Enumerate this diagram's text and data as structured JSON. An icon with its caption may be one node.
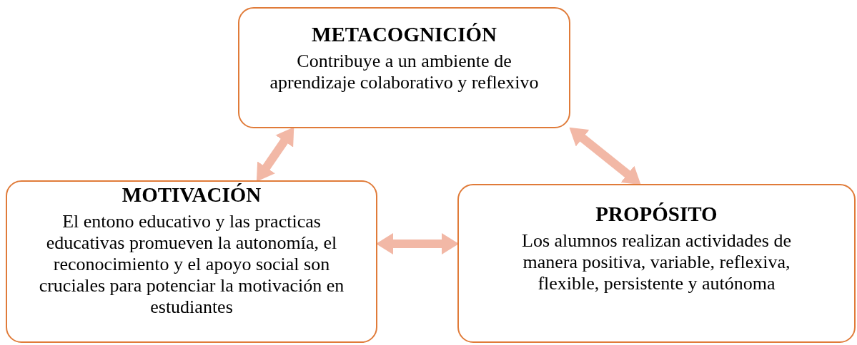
{
  "diagram": {
    "nodes": [
      {
        "text": [
          "METACOGNICIÓN",
          "Contribuye a un ambiente de aprendizaje colaborativo y reflexivo"
        ]
      },
      {
        "text": [
          "MOTIVACIÓN",
          "El entono educativo y las practicas educativas promueven la autonomía, el reconocimiento y el apoyo social son cruciales para potenciar la motivación en estudiantes"
        ]
      },
      {
        "text": [
          "PROPÓSITO",
          "Los alumnos realizan actividades de manera positiva, variable, reflexiva, flexible, persistente y autónoma"
        ]
      }
    ],
    "edges": [
      {
        "from": 1,
        "to": 0,
        "arrow": "both"
      },
      {
        "from": 0,
        "to": 2,
        "arrow": "both"
      },
      {
        "from": 1,
        "to": 2,
        "arrow": "both"
      }
    ]
  }
}
